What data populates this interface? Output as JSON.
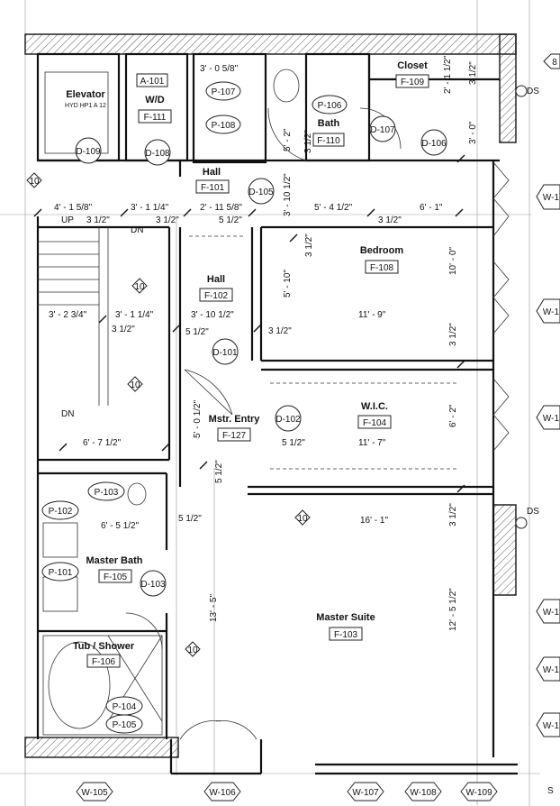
{
  "rooms": {
    "elevator": {
      "name": "Elevator",
      "sub": "HYD HP1 A 12"
    },
    "wd": {
      "name": "W/D",
      "tag": "F-111"
    },
    "hall1": {
      "name": "Hall",
      "tag": "F-101"
    },
    "bath": {
      "name": "Bath",
      "tag": "F-110"
    },
    "closet": {
      "name": "Closet",
      "tag": "F-109"
    },
    "bedroom": {
      "name": "Bedroom",
      "tag": "F-108"
    },
    "hall2": {
      "name": "Hall",
      "tag": "F-102"
    },
    "wic": {
      "name": "W.I.C.",
      "tag": "F-104"
    },
    "mstr_entry": {
      "name": "Mstr. Entry",
      "tag": "F-127"
    },
    "master_bath": {
      "name": "Master Bath",
      "tag": "F-105"
    },
    "tub_shower": {
      "name": "Tub / Shower",
      "tag": "F-106"
    },
    "master_suite": {
      "name": "Master Suite",
      "tag": "F-103"
    }
  },
  "tags": {
    "a101": "A-101",
    "p107": "P-107",
    "p108": "P-108",
    "p106": "P-106",
    "d109": "D-109",
    "d108": "D-108",
    "d105": "D-105",
    "d107": "D-107",
    "d106": "D-106",
    "d101": "D-101",
    "d102": "D-102",
    "d103": "D-103",
    "p103": "P-103",
    "p102": "P-102",
    "p101": "P-101",
    "p104": "P-104",
    "p105": "P-105",
    "w105": "W-105",
    "w106": "W-106",
    "w107": "W-107",
    "w108": "W-108",
    "w109": "W-109",
    "w_r1": "W-1",
    "w_r2": "W-1",
    "w_r3": "W-1",
    "w_r4": "W-1",
    "w_r5": "W-1",
    "w_r6": "W-1",
    "ten": "10",
    "eight": "8"
  },
  "dims": {
    "d_3_0_58": "3' - 0 5/8\"",
    "d_2_1_12": "2' - 1 1/2\"",
    "d_3_12_a": "3 1/2\"",
    "d_3_0": "3' - 0\"",
    "d_5_2": "5' - 2\"",
    "d_3_12_b": "3 1/2\"",
    "d_4_1_58": "4' - 1 5/8\"",
    "d_3_1_14": "3' - 1 1/4\"",
    "d_2_11_58": "2' - 11 5/8\"",
    "d_5_4_12": "5' - 4 1/2\"",
    "d_6_1": "6' - 1\"",
    "d_3_10_12v": "3' - 10 1/2\"",
    "up": "UP",
    "d_3_12_c": "3 1/2\"",
    "d_3_12_d": "3 1/2\"",
    "d_5_12_a": "5 1/2\"",
    "d_3_12_e": "3 1/2\"",
    "dn1": "DN",
    "d_3_12_f": "3 1/2\"",
    "d_10_0": "10' - 0\"",
    "d_5_10": "5' - 10\"",
    "d_3_2_34": "3' - 2 3/4\"",
    "d_3_1_14b": "3' - 1 1/4\"",
    "d_3_10_12": "3' - 10 1/2\"",
    "d_11_9": "11' - 9\"",
    "d_3_12_g": "3 1/2\"",
    "d_5_12_b": "5 1/2\"",
    "d_3_12_h": "3 1/2\"",
    "d_3_12_i": "3 1/2\"",
    "dn2": "DN",
    "d_5_0_12": "5' - 0 1/2\"",
    "d_5_12_c": "5 1/2\"",
    "d_11_7": "11' - 7\"",
    "d_6_2": "6' - 2\"",
    "d_6_7_12": "6' - 7 1/2\"",
    "d_5_12_d": "5 1/2\"",
    "d_6_5_12": "6' - 5 1/2\"",
    "d_5_12_e": "5 1/2\"",
    "d_16_1": "16' - 1\"",
    "d_3_12_j": "3 1/2\"",
    "ds1": "DS",
    "ds2": "DS",
    "d_13_5": "13' - 5\"",
    "d_12_5_12": "12' - 5 1/2\"",
    "s": "S"
  }
}
